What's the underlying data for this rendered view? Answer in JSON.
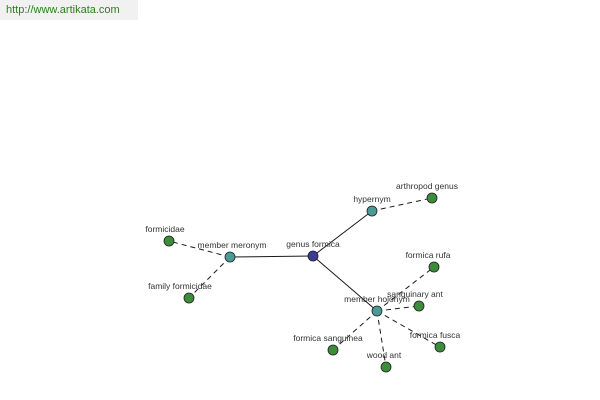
{
  "watermark": {
    "text": "http://www.artikata.com"
  },
  "colors": {
    "watermark_text": "#2e7d1e",
    "center_node": "#3c3c96",
    "relation_node": "#4a9a96",
    "leaf_node": "#3c8c3c"
  },
  "graph": {
    "nodes": [
      {
        "id": "genus-formica",
        "label": "genus formica",
        "kind": "center"
      },
      {
        "id": "hypernym",
        "label": "hypernym",
        "kind": "relation"
      },
      {
        "id": "member-meronym",
        "label": "member meronym",
        "kind": "relation"
      },
      {
        "id": "member-holonym",
        "label": "member holonym",
        "kind": "relation"
      },
      {
        "id": "arthropod-genus",
        "label": "arthropod genus",
        "kind": "leaf"
      },
      {
        "id": "formicidae",
        "label": "formicidae",
        "kind": "leaf"
      },
      {
        "id": "family-formicidae",
        "label": "family formicidae",
        "kind": "leaf"
      },
      {
        "id": "formica-rufa",
        "label": "formica rufa",
        "kind": "leaf"
      },
      {
        "id": "sanguinary-ant",
        "label": "sanguinary ant",
        "kind": "leaf"
      },
      {
        "id": "formica-fusca",
        "label": "formica fusca",
        "kind": "leaf"
      },
      {
        "id": "formica-sanguinea",
        "label": "formica sanguinea",
        "kind": "leaf"
      },
      {
        "id": "wood-ant",
        "label": "wood ant",
        "kind": "leaf"
      }
    ],
    "edges": [
      {
        "from": "genus-formica",
        "to": "hypernym",
        "style": "solid"
      },
      {
        "from": "genus-formica",
        "to": "member-meronym",
        "style": "solid"
      },
      {
        "from": "genus-formica",
        "to": "member-holonym",
        "style": "solid"
      },
      {
        "from": "hypernym",
        "to": "arthropod-genus",
        "style": "dashed"
      },
      {
        "from": "member-meronym",
        "to": "formicidae",
        "style": "dashed"
      },
      {
        "from": "member-meronym",
        "to": "family-formicidae",
        "style": "dashed"
      },
      {
        "from": "member-holonym",
        "to": "formica-rufa",
        "style": "dashed"
      },
      {
        "from": "member-holonym",
        "to": "sanguinary-ant",
        "style": "dashed"
      },
      {
        "from": "member-holonym",
        "to": "formica-fusca",
        "style": "dashed"
      },
      {
        "from": "member-holonym",
        "to": "formica-sanguinea",
        "style": "dashed"
      },
      {
        "from": "member-holonym",
        "to": "wood-ant",
        "style": "dashed"
      }
    ]
  }
}
